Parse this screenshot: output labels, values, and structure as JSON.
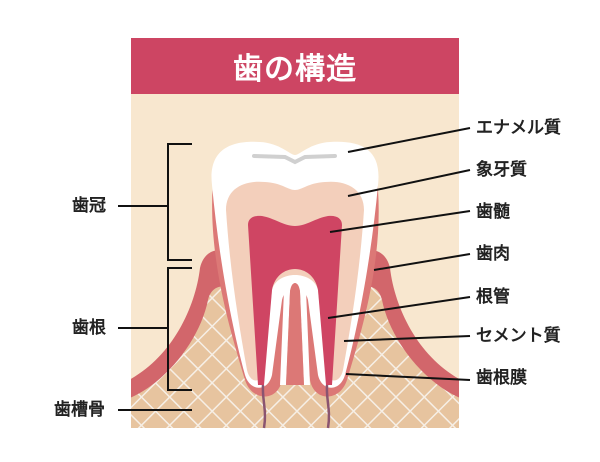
{
  "title": "歯の構造",
  "colors": {
    "title_bg": "#cd4563",
    "panel_bg": "#f8e7cf",
    "enamel": "#ffffff",
    "dentin": "#f3cfbb",
    "pulp": "#cf4563",
    "gum": "#d2666b",
    "bone": "#e7c49f",
    "bone_mesh": "#f6efe6",
    "nerve": "#8a5470",
    "cementum": "#dc7876"
  },
  "labels_right": [
    {
      "id": "enamel",
      "text": "エナメル質"
    },
    {
      "id": "dentin",
      "text": "象牙質"
    },
    {
      "id": "pulp",
      "text": "歯髄"
    },
    {
      "id": "gingiva",
      "text": "歯肉"
    },
    {
      "id": "root-canal",
      "text": "根管"
    },
    {
      "id": "cementum",
      "text": "セメント質"
    },
    {
      "id": "periodontal-ligament",
      "text": "歯根膜"
    }
  ],
  "labels_left": [
    {
      "id": "crown",
      "text": "歯冠"
    },
    {
      "id": "root",
      "text": "歯根"
    },
    {
      "id": "alveolar-bone",
      "text": "歯槽骨"
    }
  ]
}
